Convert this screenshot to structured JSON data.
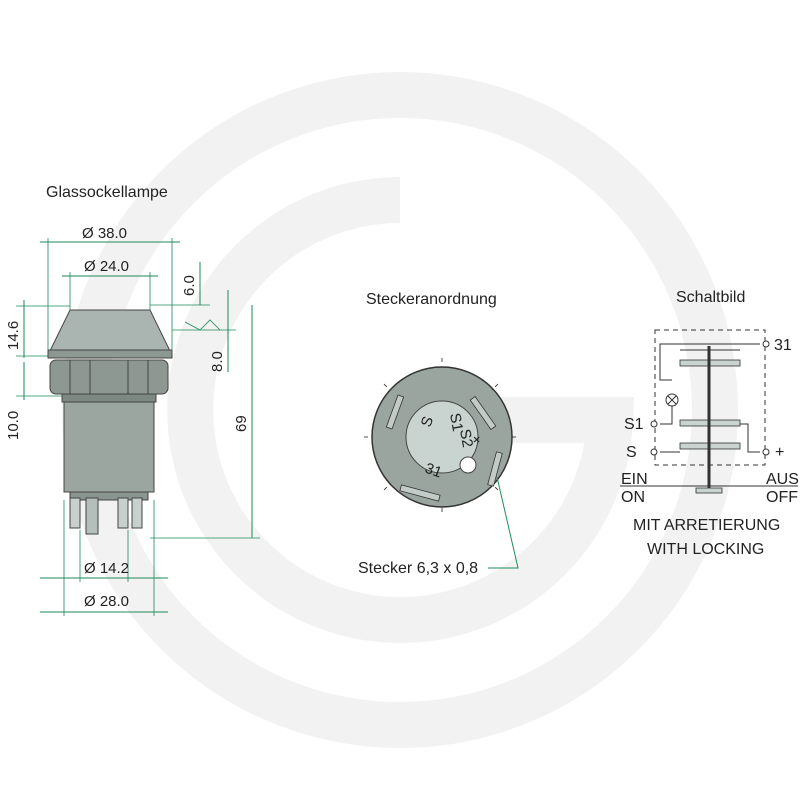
{
  "colors": {
    "dimension": "#1e8a5a",
    "body_grey": "#9aa5a0",
    "body_dark": "#6f7b76",
    "plug_light": "#c9d3cf",
    "watermark": "#f1f1f1"
  },
  "lamp": {
    "title": "Glassockellampe",
    "dims": {
      "d38": "Ø 38.0",
      "d24": "Ø 24.0",
      "h6": "6.0",
      "h146": "14.6",
      "h8": "8.0",
      "h10": "10.0",
      "h69": "69",
      "d142": "Ø 14.2",
      "d28": "Ø 28.0"
    }
  },
  "plug": {
    "title": "Steckeranordnung",
    "labels": {
      "s": "S",
      "s1": "S1",
      "s2": "S2",
      "plus": "+",
      "n31": "31"
    },
    "callout": "Stecker 6,3 x 0,8"
  },
  "schema": {
    "title": "Schaltbild",
    "labels": {
      "t31": "31",
      "s1": "S1",
      "s": "S",
      "plus": "+",
      "ein": "EIN",
      "on": "ON",
      "aus": "AUS",
      "off": "OFF",
      "line1": "MIT ARRETIERUNG",
      "line2": "WITH LOCKING"
    }
  }
}
